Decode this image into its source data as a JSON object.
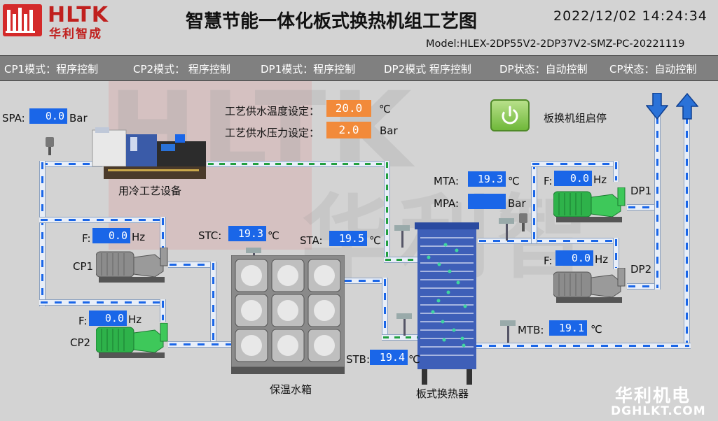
{
  "header": {
    "brand": "HLTK",
    "brand_cn": "华利智成",
    "title": "智慧节能一体化板式换热机组工艺图",
    "datetime": "2022/12/02 14:24:34",
    "model": "Model:HLEX-2DP55V2-2DP37V2-SMZ-PC-20221119"
  },
  "modes": [
    {
      "label": "CP1模式：程序控制"
    },
    {
      "label": "CP2模式： 程序控制"
    },
    {
      "label": "DP1模式：程序控制"
    },
    {
      "label": "DP2模式 程序控制"
    },
    {
      "label": "DP状态：自动控制"
    },
    {
      "label": "CP状态：自动控制"
    }
  ],
  "watermark": {
    "text": "HLTK",
    "text_cn": "华利智"
  },
  "setpoints": {
    "temp_label": "工艺供水温度设定：",
    "temp_value": "20.0",
    "temp_unit": "℃",
    "pressure_label": "工艺供水压力设定：",
    "pressure_value": "2.0",
    "pressure_unit": "Bar"
  },
  "start_stop": {
    "label": "板换机组启停",
    "icon": "power-icon"
  },
  "arrows": {
    "down": "down-arrow-icon",
    "up": "up-arrow-icon"
  },
  "sensors": {
    "spa": {
      "label": "SPA:",
      "value": "0.0",
      "unit": "Bar"
    },
    "stc": {
      "label": "STC:",
      "value": "19.3",
      "unit": "℃"
    },
    "sta": {
      "label": "STA:",
      "value": "19.5",
      "unit": "℃"
    },
    "stb": {
      "label": "STB:",
      "value": "19.4",
      "unit": "℃"
    },
    "mta": {
      "label": "MTA:",
      "value": "19.3",
      "unit": "℃"
    },
    "mpa": {
      "label": "MPA:",
      "value": "",
      "unit": "Bar"
    },
    "mtb": {
      "label": "MTB:",
      "value": "19.1",
      "unit": "℃"
    }
  },
  "pumps": {
    "cp1": {
      "name": "CP1",
      "f_label": "F:",
      "freq": "0.0",
      "unit": "Hz"
    },
    "cp2": {
      "name": "CP2",
      "f_label": "F:",
      "freq": "0.0",
      "unit": "Hz"
    },
    "dp1": {
      "name": "DP1",
      "f_label": "F:",
      "freq": "0.0",
      "unit": "Hz"
    },
    "dp2": {
      "name": "DP2",
      "f_label": "F:",
      "freq": "0.0",
      "unit": "Hz"
    }
  },
  "equipment": {
    "process": "用冷工艺设备",
    "tank": "保温水箱",
    "exchanger": "板式换热器"
  },
  "footer": {
    "brand_cn": "华利机电",
    "url": "DGHLKT.COM"
  },
  "colors": {
    "value_box": "#1a66e8",
    "setpoint_box": "#f28a3a",
    "brand_red": "#c0201e",
    "pump_green": "#2eb24a"
  }
}
